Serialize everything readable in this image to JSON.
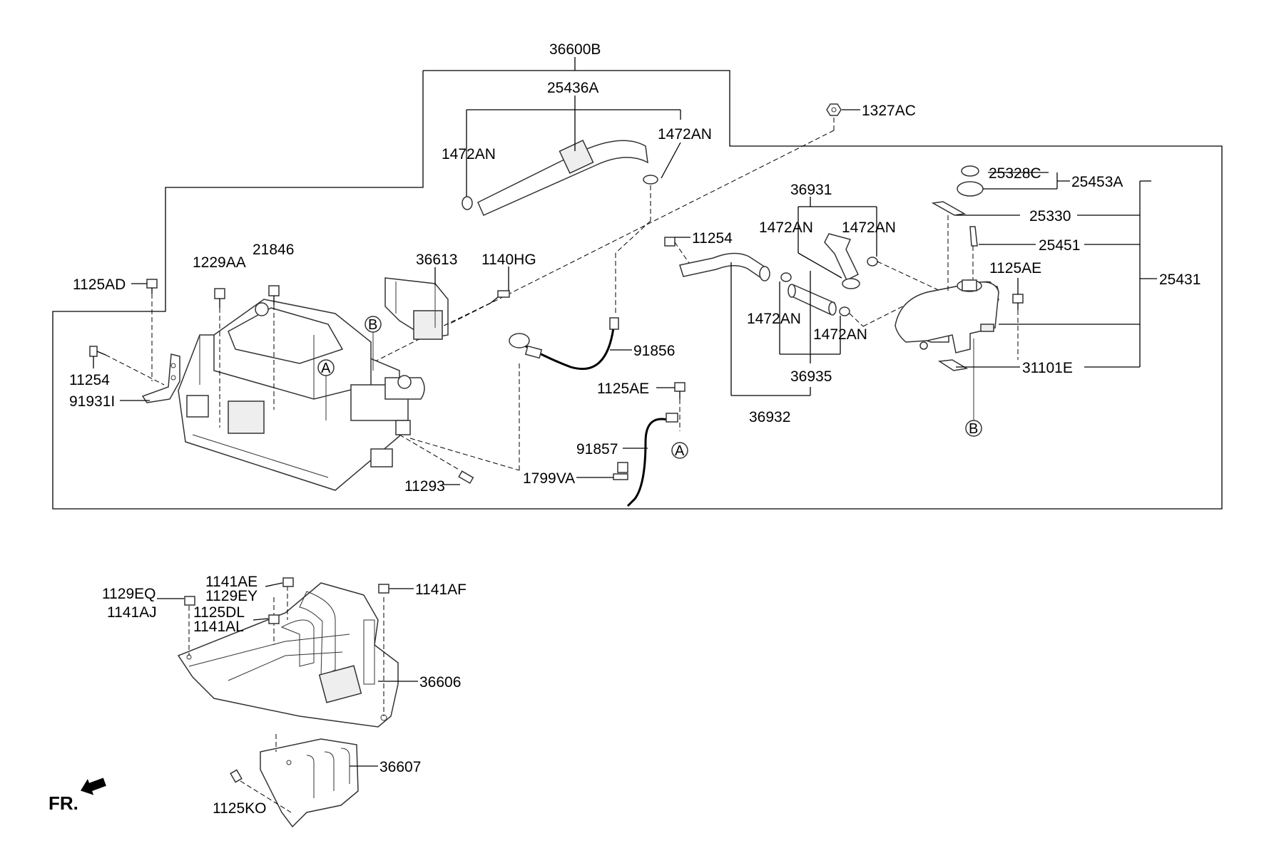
{
  "labels": {
    "assembly": "36600B",
    "hose_upper": "25436A",
    "clamp_upper_left": "1472AN",
    "clamp_upper_right": "1472AN",
    "nut_top": "1327AC",
    "bolt_left_top": "1125AD",
    "bolt_229": "1229AA",
    "bolt_21846": "21846",
    "bracket_36613": "36613",
    "bolt_1140hg": "1140HG",
    "bolt_11254_left": "11254",
    "bracket_91931": "91931I",
    "cable_91856": "91856",
    "bolt_1125ae_mid": "1125AE",
    "cable_91857": "91857",
    "clip_1799va": "1799VA",
    "bolt_11293": "11293",
    "bolt_11254_mid": "11254",
    "hose_group_36931": "36931",
    "clamp_a": "1472AN",
    "clamp_b": "1472AN",
    "clamp_c": "1472AN",
    "clamp_d": "1472AN",
    "hose_36935": "36935",
    "hose_36932": "36932",
    "cap_25328c": "25328C",
    "cap_assy_25453a": "25453A",
    "label_25330": "25330",
    "sensor_25451": "25451",
    "reservoir_25431": "25431",
    "bolt_1125ae_right": "1125AE",
    "bracket_31101e": "31101E",
    "bolt_1141ae": "1141AE",
    "bolt_1129ey": "1129EY",
    "bolt_1129eq": "1129EQ",
    "bolt_1141aj": "1141AJ",
    "bolt_1125dl": "1125DL",
    "bolt_1141al": "1141AL",
    "bolt_1141af": "1141AF",
    "bracket_36606": "36606",
    "bracket_36607": "36607",
    "bolt_1125ko": "1125KO",
    "front_indicator": "FR."
  },
  "callouts": {
    "a1": "A",
    "a2": "A",
    "b1": "B",
    "b2": "B"
  }
}
